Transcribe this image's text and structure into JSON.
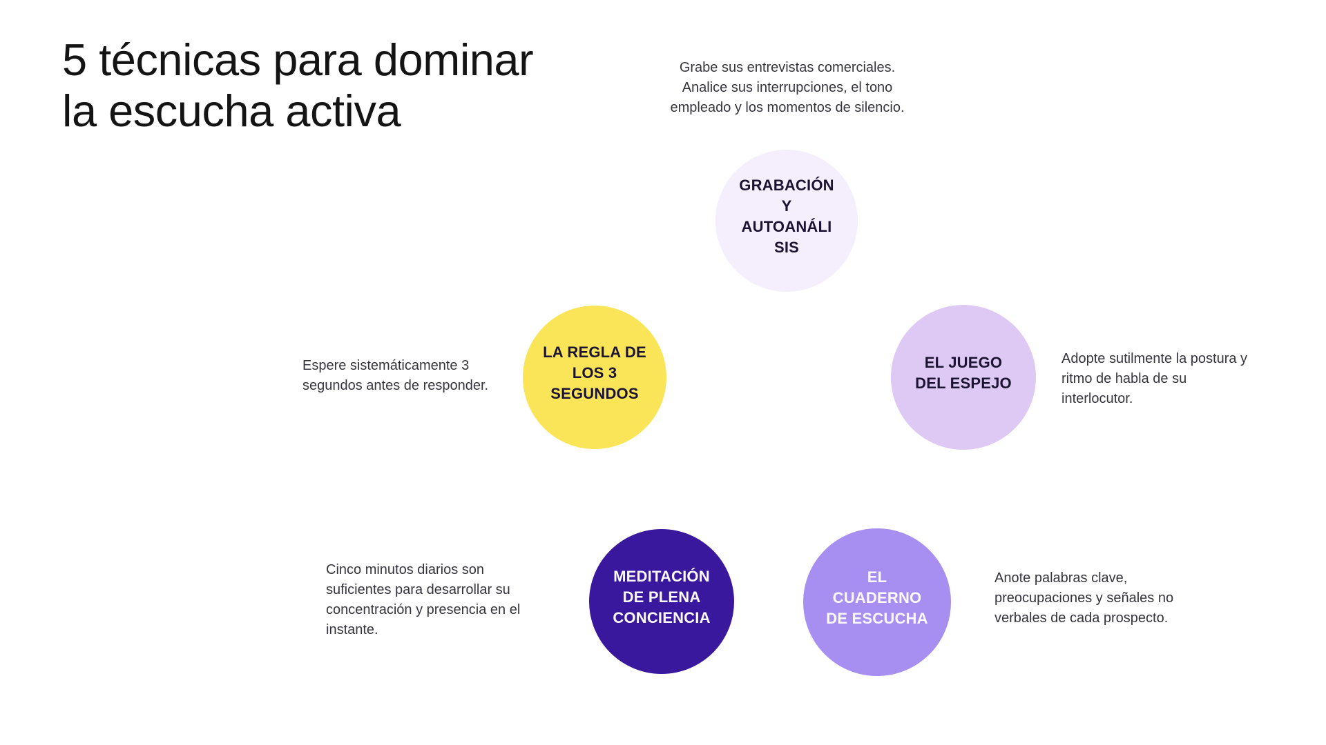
{
  "title": {
    "lines": [
      "5 técnicas para dominar",
      "la escucha activa"
    ]
  },
  "colors": {
    "background": "#ffffff",
    "title_text": "#141414",
    "note_text": "#35343c"
  },
  "techniques": [
    {
      "label_lines": [
        "GRABACIÓN",
        "Y",
        "AUTOANÁLI",
        "SIS"
      ],
      "description_lines": [
        "Grabe sus entrevistas comerciales.",
        "Analice sus interrupciones, el tono",
        "empleado y los momentos de silencio."
      ],
      "circle_color": "#f5eefc",
      "label_color": "#1c1333"
    },
    {
      "label_lines": [
        "LA REGLA DE",
        "LOS 3",
        "SEGUNDOS"
      ],
      "description_lines": [
        "Espere sistemáticamente 3",
        "segundos antes de responder."
      ],
      "circle_color": "#f9e557",
      "label_color": "#1c1333"
    },
    {
      "label_lines": [
        "EL JUEGO",
        "DEL ESPEJO"
      ],
      "description_lines": [
        "Adopte sutilmente la postura y",
        "ritmo de habla de su",
        "interlocutor."
      ],
      "circle_color": "#ddc9f4",
      "label_color": "#1c1333"
    },
    {
      "label_lines": [
        "MEDITACIÓN",
        "DE PLENA",
        "CONCIENCIA"
      ],
      "description_lines": [
        "Cinco minutos diarios son",
        "suficientes para desarrollar su",
        "concentración y presencia en el",
        "instante."
      ],
      "circle_color": "#39189e",
      "label_color": "#fdfaff"
    },
    {
      "label_lines": [
        "EL",
        "CUADERNO",
        "DE ESCUCHA"
      ],
      "description_lines": [
        "Anote palabras clave,",
        "preocupaciones y señales no",
        "verbales de cada prospecto."
      ],
      "circle_color": "#a78ff2",
      "label_color": "#fdfaff"
    }
  ]
}
